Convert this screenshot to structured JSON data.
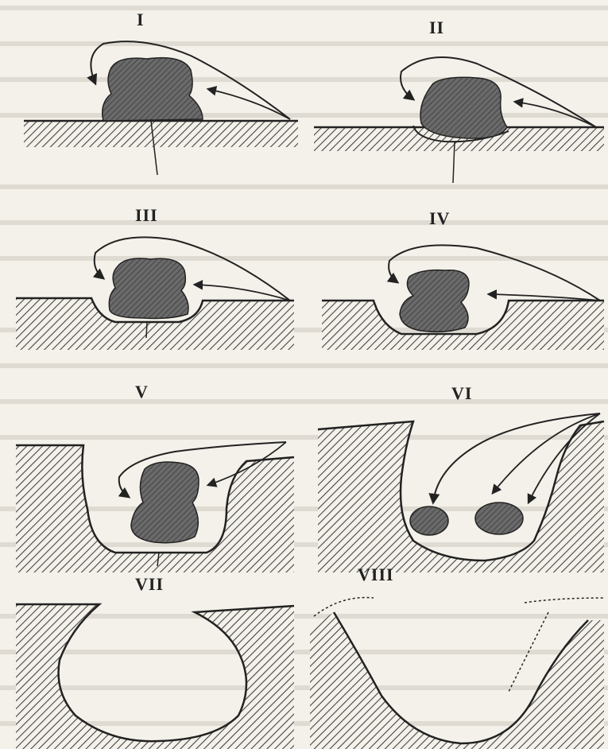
{
  "figure": {
    "colors": {
      "background": "#f4f1ea",
      "ink": "#222222",
      "hatch": "#444444",
      "stone_fill": "#5e5e5e",
      "background_text": "#b9b4aa"
    },
    "panels": [
      {
        "label": "I"
      },
      {
        "label": "II"
      },
      {
        "label": "III"
      },
      {
        "label": "IV"
      },
      {
        "label": "V"
      },
      {
        "label": "VI"
      },
      {
        "label": "VII"
      },
      {
        "label": "VIII"
      }
    ]
  }
}
